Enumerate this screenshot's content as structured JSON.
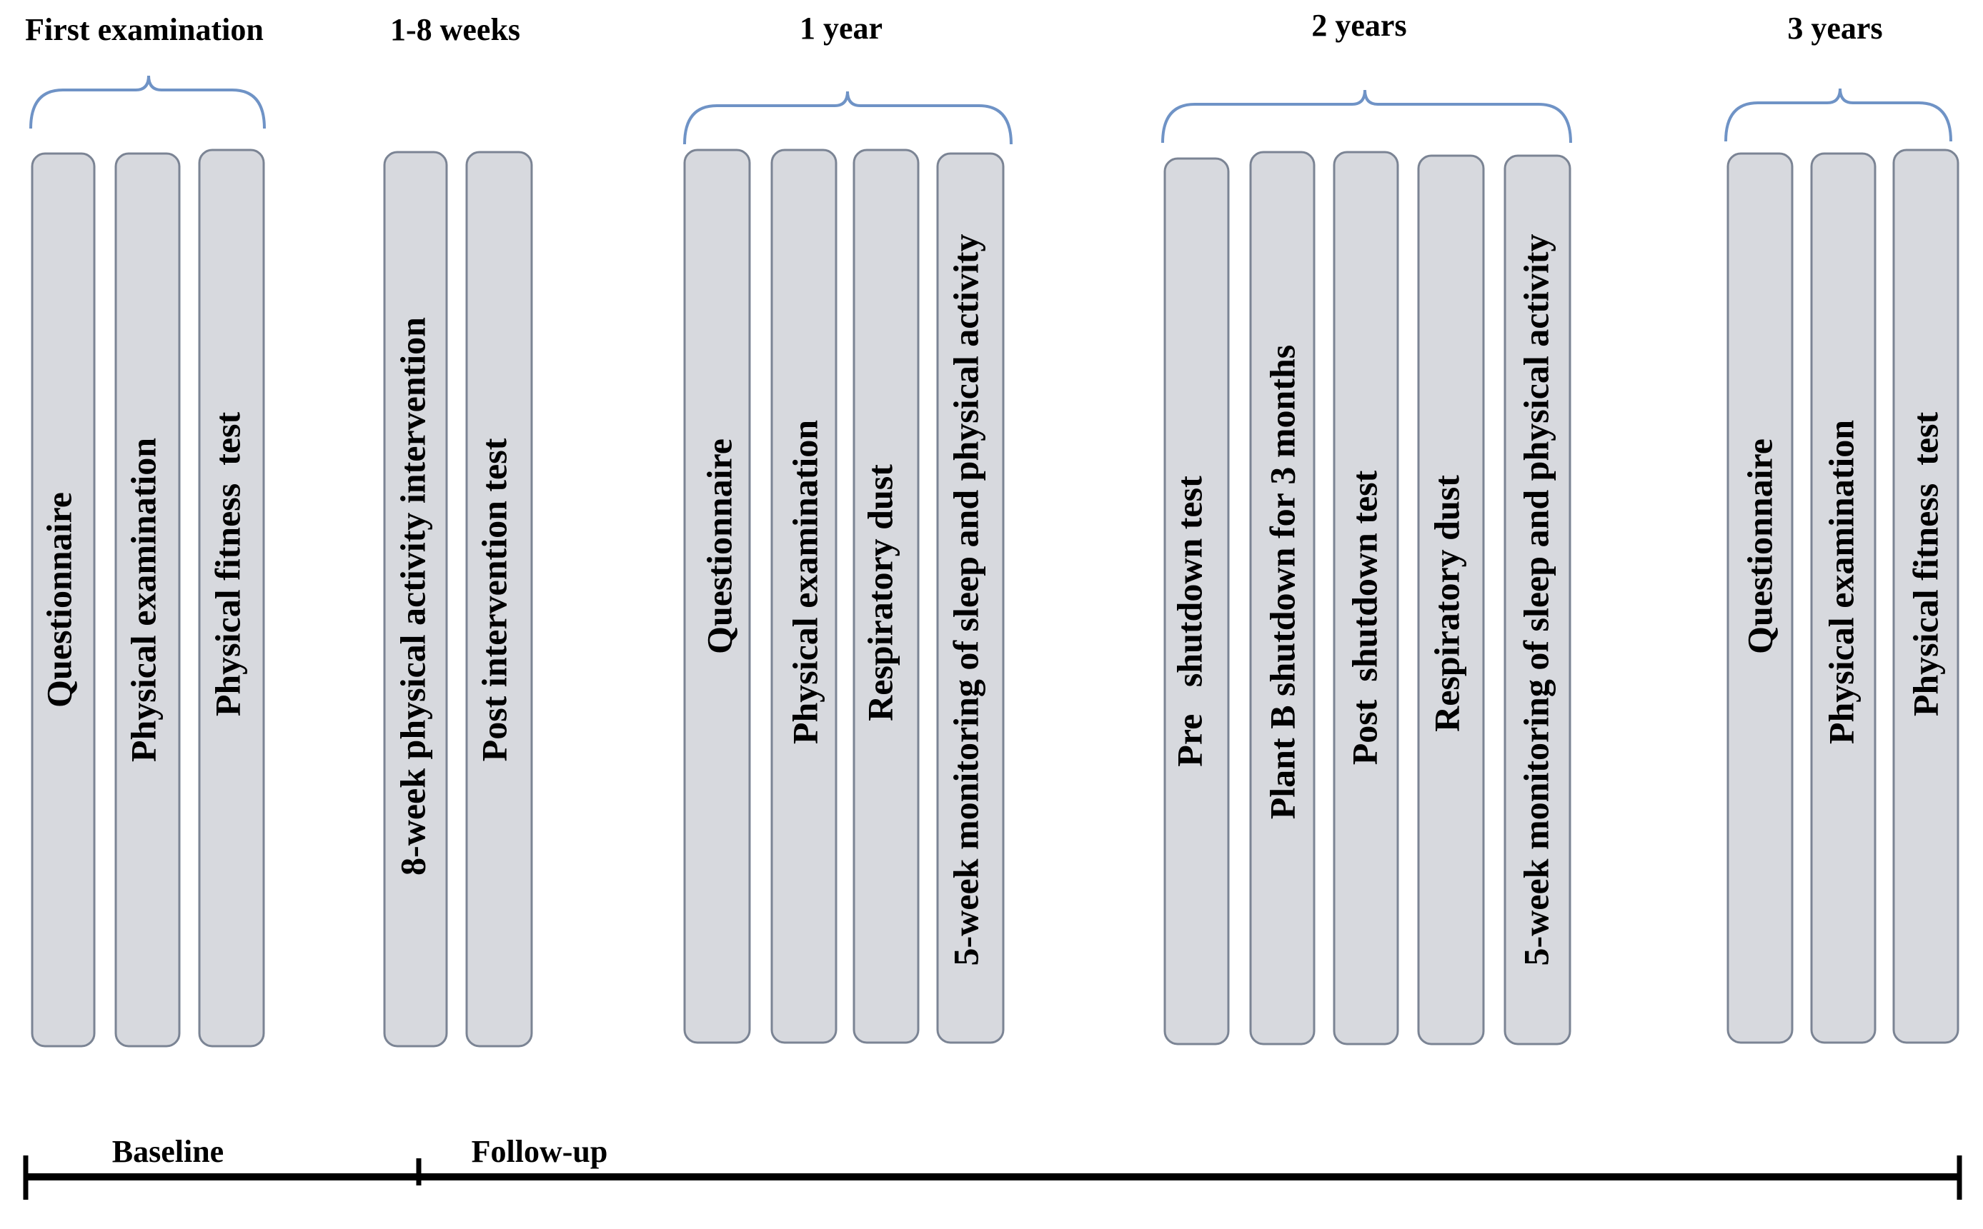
{
  "groups": [
    {
      "label": "First examination",
      "bars": [
        "Questionnaire",
        "Physical examination",
        "Physical fitness  test"
      ]
    },
    {
      "label": "1-8 weeks",
      "bars": [
        "8-week physical activity intervention",
        "Post intervention test"
      ]
    },
    {
      "label": "1 year",
      "bars": [
        "Questionnaire",
        "Physical examination",
        "Respiratory dust",
        "5-week monitoring of sleep and physical activity"
      ]
    },
    {
      "label": "2 years",
      "bars": [
        "Pre   shutdown test",
        "Plant B shutdown for 3 months",
        "Post  shutdown test",
        "Respiratory dust",
        "5-week monitoring of sleep and physical activity"
      ]
    },
    {
      "label": "3 years",
      "bars": [
        "Questionnaire",
        "Physical examination",
        "Physical fitness  test"
      ]
    }
  ],
  "timeline": {
    "baseline_label": "Baseline",
    "followup_label": "Follow-up"
  },
  "colors": {
    "bar_fill": "#d7d9de",
    "bar_stroke": "#7b8494",
    "brace": "#6f93c6",
    "text": "#000000"
  }
}
